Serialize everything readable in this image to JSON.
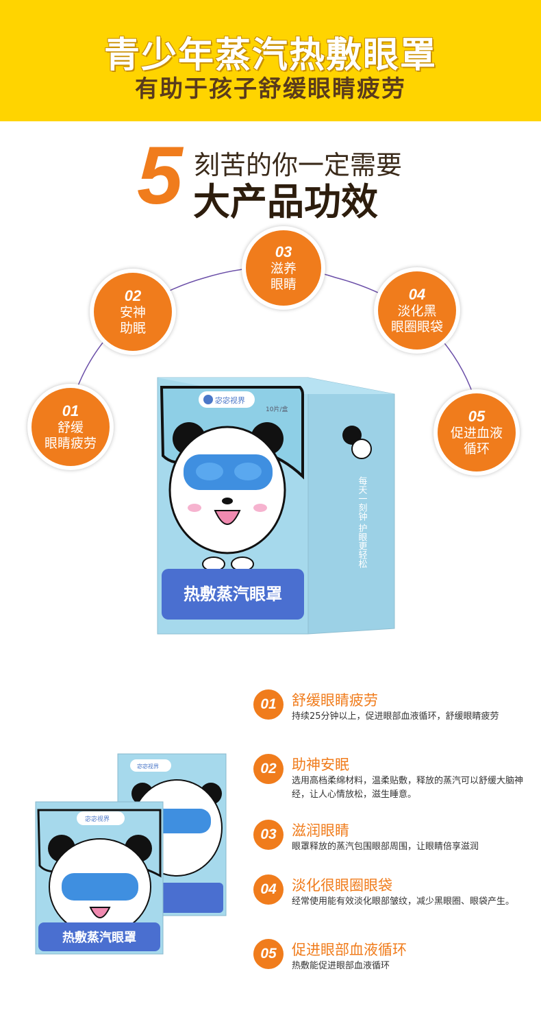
{
  "header": {
    "title": "青少年蒸汽热敷眼罩",
    "subtitle": "有助于孩子舒缓眼睛疲劳"
  },
  "heading": {
    "number": "5",
    "line1": "刻苦的你一定需要",
    "line2": "大产品功效"
  },
  "effects": [
    {
      "num": "01",
      "text1": "舒缓",
      "text2": "眼睛疲劳"
    },
    {
      "num": "02",
      "text1": "安神",
      "text2": "助眠"
    },
    {
      "num": "03",
      "text1": "滋养",
      "text2": "眼睛"
    },
    {
      "num": "04",
      "text1": "淡化黑",
      "text2": "眼圈眼袋"
    },
    {
      "num": "05",
      "text1": "促进血液",
      "text2": "循环"
    }
  ],
  "product": {
    "brand": "宓宓视界",
    "count": "10片/盒",
    "name": "热敷蒸汽眼罩",
    "side_text": "每天一刻钟 护眼更轻松"
  },
  "features": [
    {
      "num": "01",
      "title": "舒缓眼睛疲劳",
      "desc": "持续25分钟以上，促进眼部血液循环，舒缓眼睛疲劳"
    },
    {
      "num": "02",
      "title": "助神安眠",
      "desc": "选用高档柔绵材料，温柔贴敷，释放的蒸汽可以舒缓大脑神经，让人心情放松，滋生睡意。"
    },
    {
      "num": "03",
      "title": "滋润眼睛",
      "desc": "眼罩释放的蒸汽包围眼部周围，让眼睛倍享滋润"
    },
    {
      "num": "04",
      "title": "淡化很眼圈眼袋",
      "desc": "经常使用能有效淡化眼部皱纹，减少黑眼圈、眼袋产生。"
    },
    {
      "num": "05",
      "title": "促进眼部血液循环",
      "desc": "热敷能促进眼部血液循环"
    }
  ],
  "colors": {
    "accent": "#f07c1c",
    "header_bg": "#ffd400",
    "box_blue": "#9dd3e8",
    "box_dark_blue": "#4a6fd0"
  }
}
